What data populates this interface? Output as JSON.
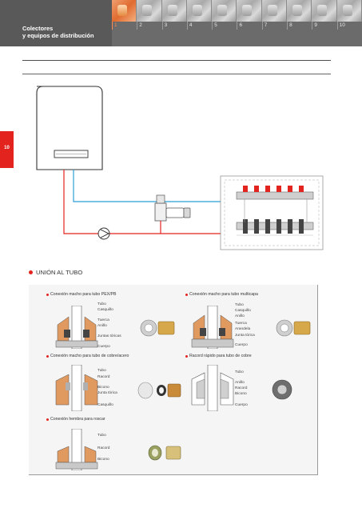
{
  "header": {
    "title_line1": "Colectores",
    "title_line2": "y equipos de distribución",
    "chapters": [
      "1",
      "2",
      "3",
      "4",
      "5",
      "6",
      "7",
      "8",
      "9",
      "10"
    ],
    "active_chapter": "1",
    "accent_color": "#ff8a50"
  },
  "page": {
    "number": "10",
    "tab_color": "#e3231d"
  },
  "schematic": {
    "supply_line_color": "#2a9fd6",
    "return_line_color": "#e3231d"
  },
  "section": {
    "title": "UNIÓN AL TUBO"
  },
  "connections": [
    {
      "caption": "Conexión macho para tubo PEX/PB",
      "labels": [
        "Tubo",
        "Casquillo",
        "Tuerca",
        "Anillo",
        "Juntas tóricas",
        "Cuerpo"
      ]
    },
    {
      "caption": "Conexión macho para tubo multicapa",
      "labels": [
        "Tubo",
        "Casquillo",
        "Anillo",
        "Tuerca",
        "Arandela",
        "Junta tórica",
        "Cuerpo"
      ]
    },
    {
      "caption": "Conexión macho para tubo de cobre/acero",
      "labels": [
        "Tubo",
        "Racord",
        "Bicono",
        "Junta tórica",
        "Casquillo"
      ]
    },
    {
      "caption": "Racord rápido para tubo de cobre",
      "labels": [
        "Tubo",
        "Anillo",
        "Racord",
        "Bicono",
        "Cuerpo"
      ]
    },
    {
      "caption": "Conexión hembra para roscar",
      "labels": [
        "Tubo",
        "Racord",
        "Bicono"
      ]
    }
  ]
}
